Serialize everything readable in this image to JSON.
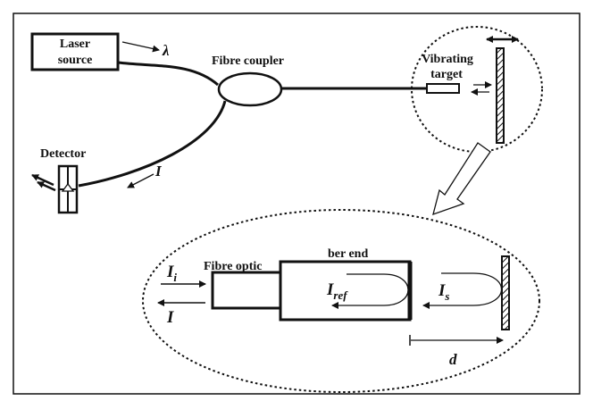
{
  "labels": {
    "laser_line1": "Laser",
    "laser_line2": "source",
    "lambda": "λ",
    "fibre_coupler": "Fibre coupler",
    "vibrating_line1": "Vibrating",
    "vibrating_line2": "target",
    "detector": "Detector",
    "intensity_return": "I",
    "fibre_optic": "Fibre optic",
    "fiber_end": "ber end",
    "Ii_main": "I",
    "Ii_sub": "i",
    "I_out": "I",
    "Iref_main": "I",
    "Iref_sub": "ref",
    "Is_main": "I",
    "Is_sub": "s",
    "distance": "d"
  }
}
